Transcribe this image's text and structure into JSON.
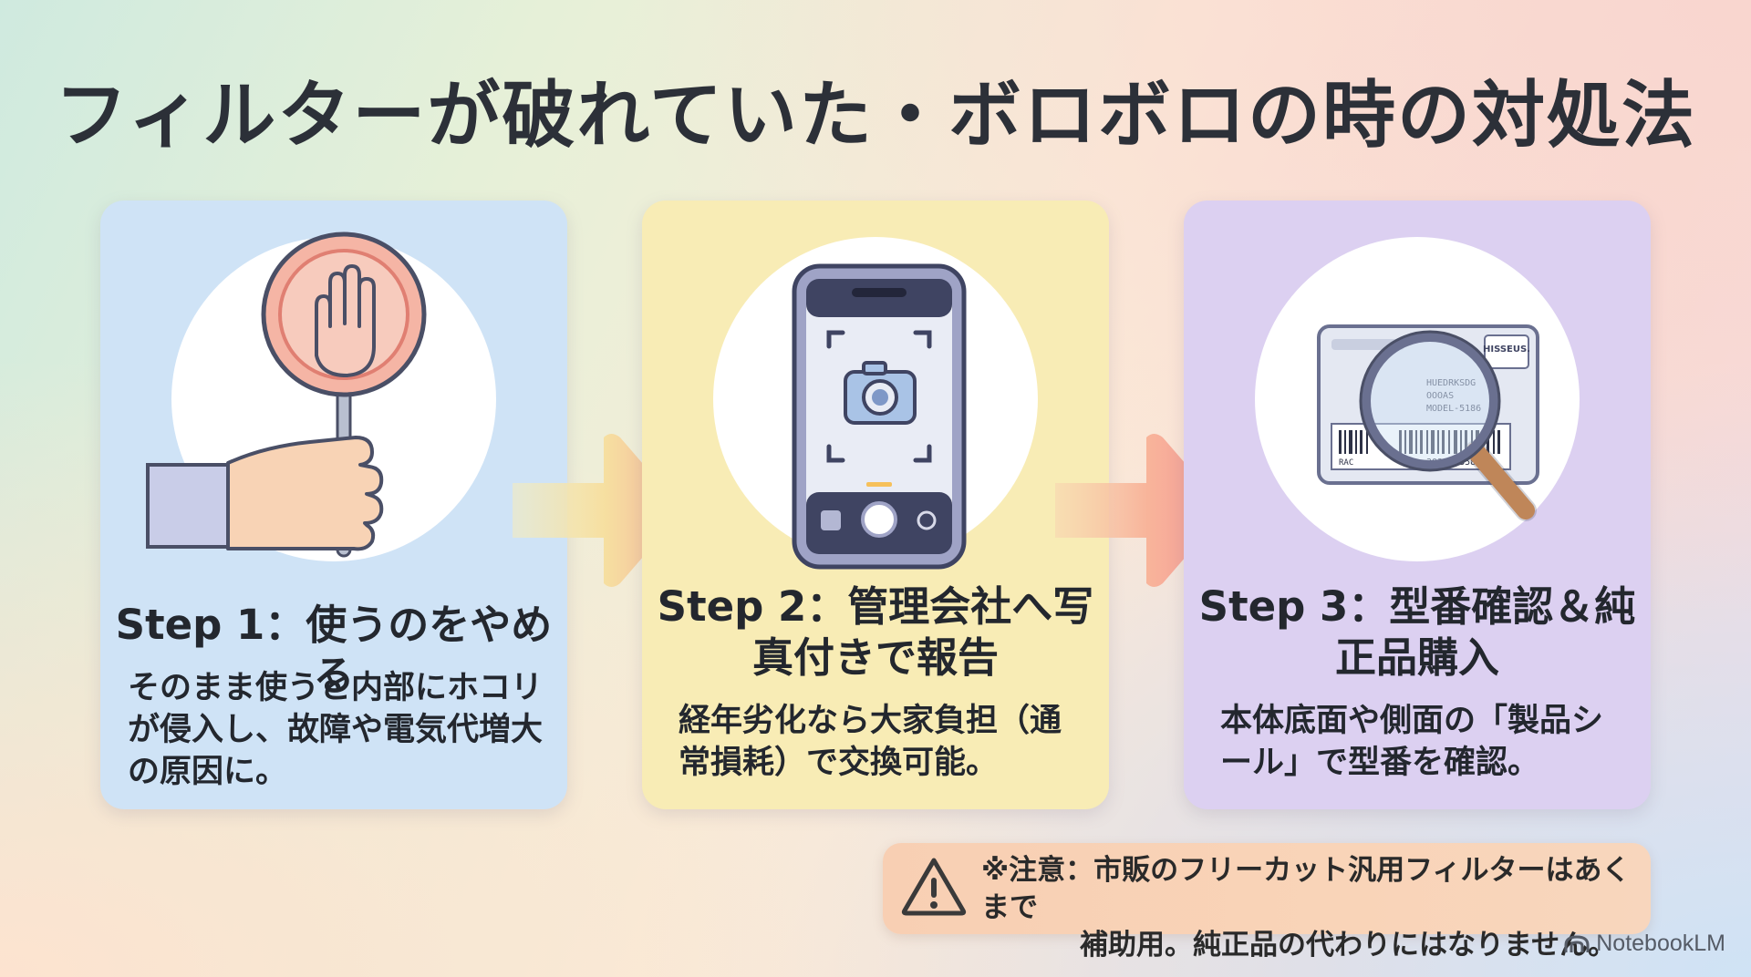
{
  "title": "フィルターが破れていた・ボロボロの時の対処法",
  "steps": [
    {
      "title": "Step 1：使うのをやめる",
      "description": "そのまま使うと内部にホコリが侵入し、故障や電気代増大の原因に。",
      "icon": "stop-sign-hand-icon"
    },
    {
      "title": "Step 2：管理会社へ写真付きで報告",
      "description": "経年劣化なら大家負担（通常損耗）で交換可能。",
      "icon": "smartphone-camera-icon"
    },
    {
      "title": "Step 3：型番確認＆純正品購入",
      "description": "本体底面や側面の「製品シール」で型番を確認。",
      "icon": "magnifier-label-icon",
      "label_texts": [
        "HISSEUS.",
        "HUEDRKSDG",
        "OOOAS",
        "MODEL-5186",
        "RAC",
        "3O3481358"
      ]
    }
  ],
  "note": {
    "line1": "※注意：市販のフリーカット汎用フィルターはあくまで",
    "line2": "補助用。純正品の代わりにはなりません。",
    "icon": "warning-triangle-icon"
  },
  "brand": "NotebookLM",
  "colors": {
    "card1": "#cfe3f6",
    "card2": "#f8ecb5",
    "card3": "#dcd0f1",
    "note": "#f8cfb3",
    "title": "#2c3038"
  }
}
